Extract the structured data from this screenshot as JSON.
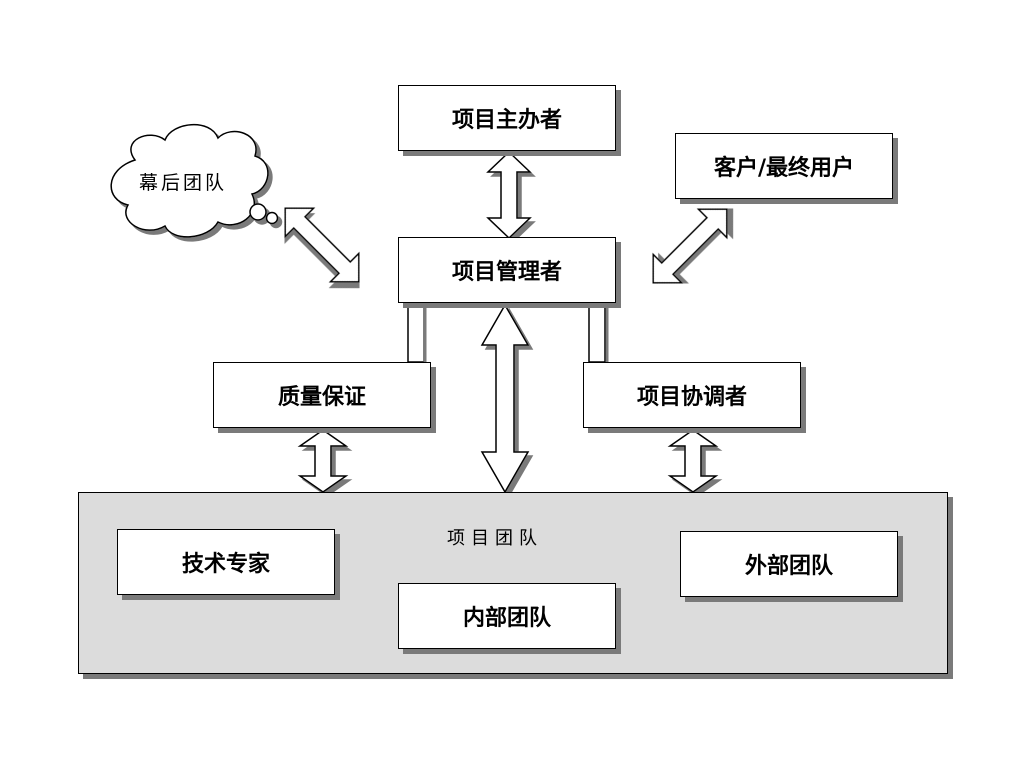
{
  "nodes": {
    "sponsor": "项目主办者",
    "customer": "客户/最终用户",
    "manager": "项目管理者",
    "backstage": "幕后团队",
    "qa": "质量保证",
    "coordinator": "项目协调者",
    "project_team": "项目团队",
    "tech_experts": "技术专家",
    "internal_team": "内部团队",
    "external_team": "外部团队"
  },
  "colors": {
    "box_fill": "#ffffff",
    "border": "#000000",
    "shadow": "#7a7a7a",
    "team_area_fill": "#dcdcdc"
  }
}
